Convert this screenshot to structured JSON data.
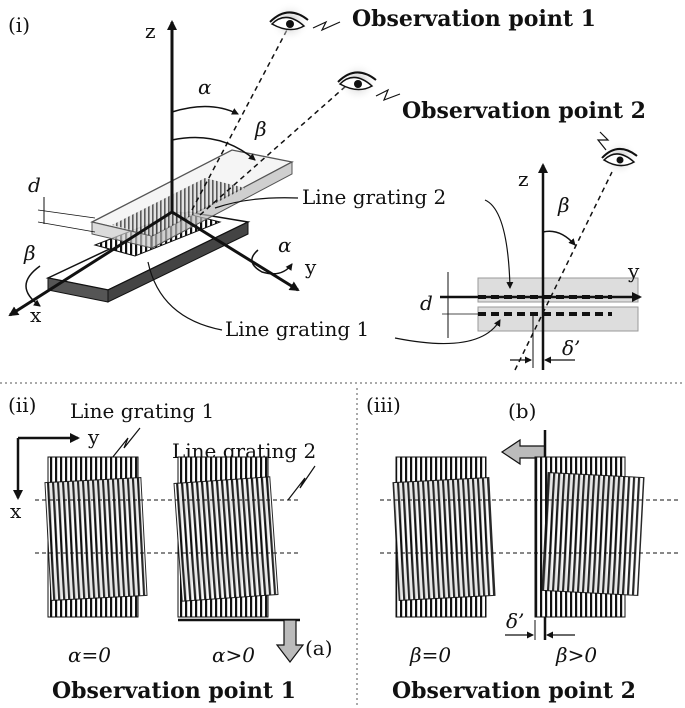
{
  "panels": {
    "i": "(i)",
    "ii": "(ii)",
    "iii": "(iii)"
  },
  "observers": {
    "point1": "Observation point 1",
    "point2": "Observation point 2"
  },
  "gratings": {
    "g1": "Line grating 1",
    "g2": "Line grating 2"
  },
  "axes": {
    "x": "x",
    "y": "y",
    "z": "z"
  },
  "symbols": {
    "alpha": "α",
    "beta": "β",
    "d": "d",
    "delta": "δ’",
    "a": "(a)",
    "b": "(b)"
  },
  "conditions": {
    "alpha0": "α=0",
    "alphaPos": "α>0",
    "beta0": "β=0",
    "betaPos": "β>0"
  }
}
